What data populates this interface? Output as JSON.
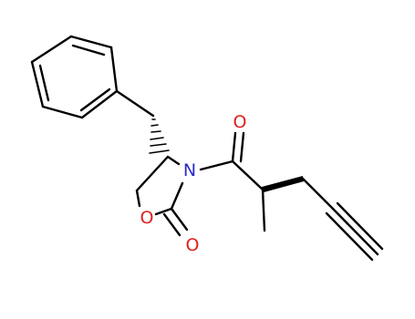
{
  "structure": {
    "atoms": [
      {
        "id": "N3",
        "symbol": "N",
        "color": "#2b2bc8"
      },
      {
        "id": "O1",
        "symbol": "O",
        "color": "#e02020"
      },
      {
        "id": "O_carbonyl_ring",
        "symbol": "O",
        "color": "#e02020"
      },
      {
        "id": "O_carbonyl_acyl",
        "symbol": "O",
        "color": "#e02020"
      }
    ]
  }
}
